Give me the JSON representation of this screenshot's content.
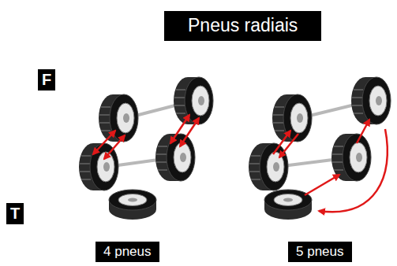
{
  "diagram": {
    "title": "Pneus radiais",
    "nodes": [
      {
        "text": [
          "F"
        ]
      },
      {
        "text": [
          "T"
        ]
      },
      {
        "text": [
          "4 pneus"
        ]
      },
      {
        "text": [
          "5 pneus"
        ]
      }
    ]
  }
}
